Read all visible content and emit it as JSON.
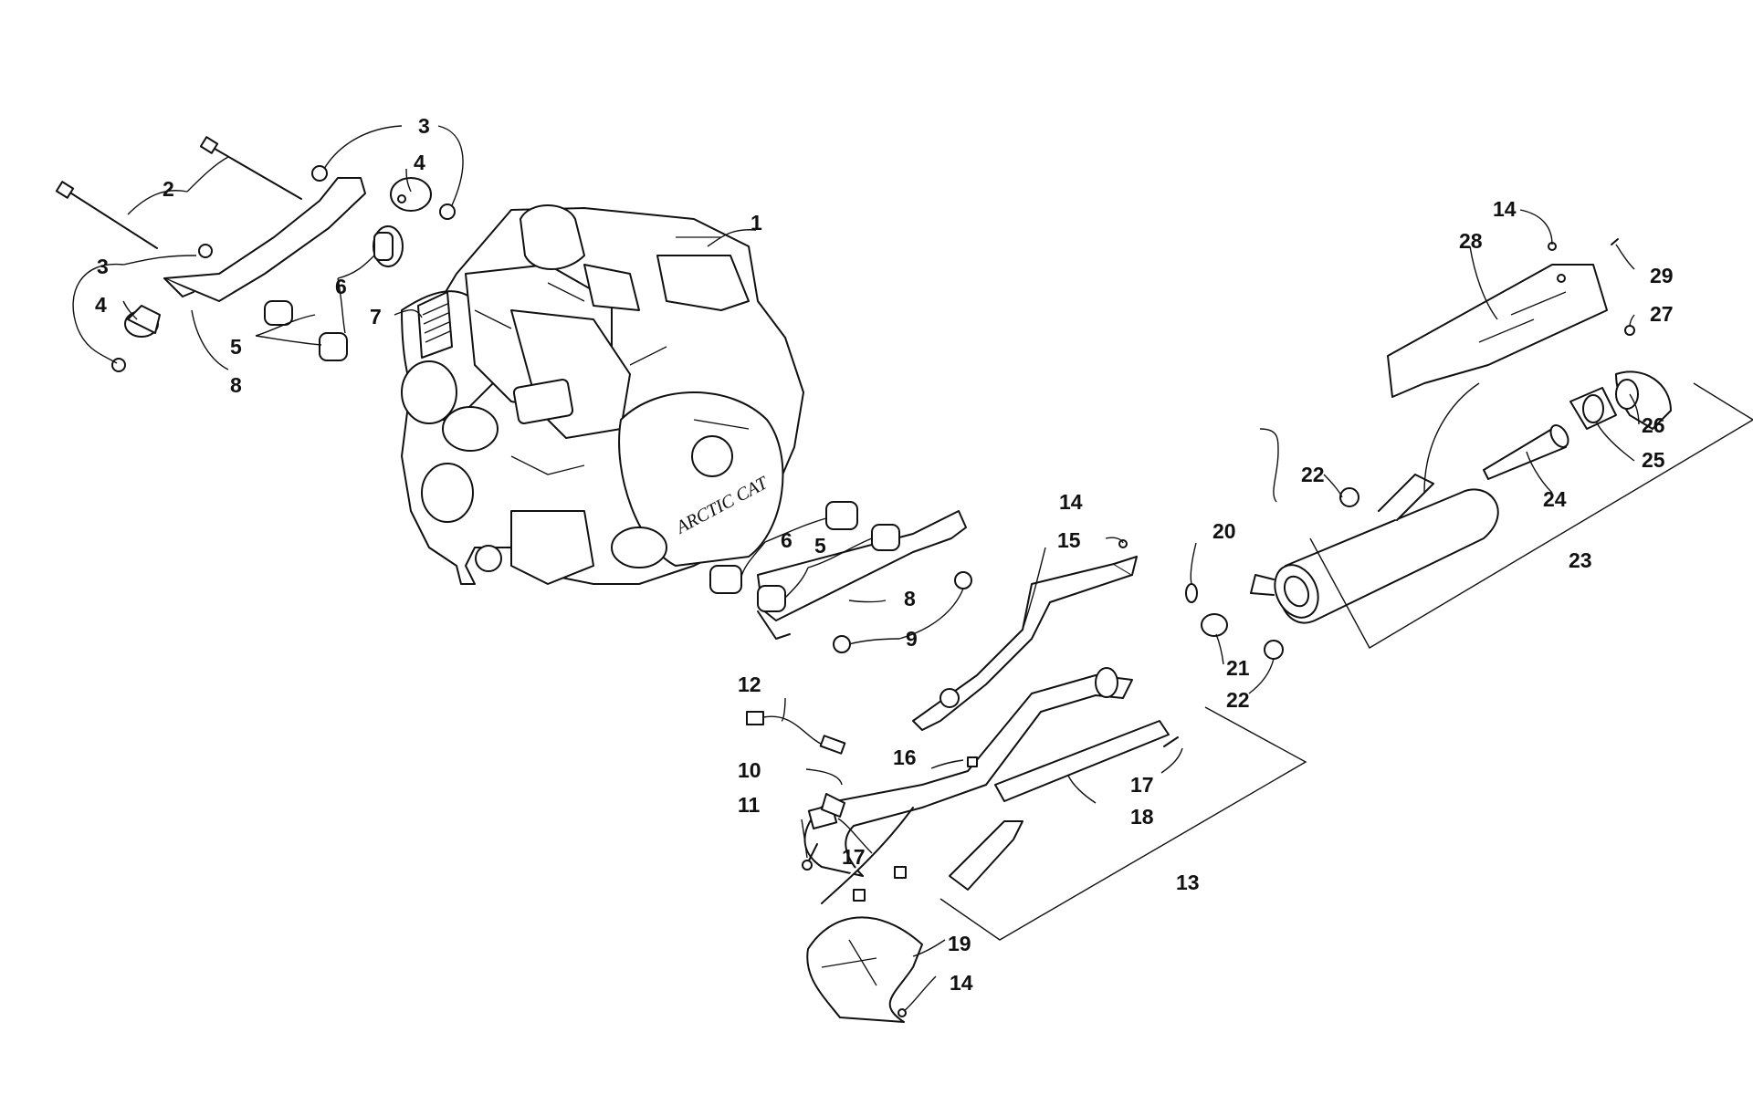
{
  "diagram": {
    "callouts": [
      {
        "id": "c1",
        "text": "1"
      },
      {
        "id": "c2",
        "text": "2"
      },
      {
        "id": "c3a",
        "text": "3"
      },
      {
        "id": "c3b",
        "text": "3"
      },
      {
        "id": "c4a",
        "text": "4"
      },
      {
        "id": "c4b",
        "text": "4"
      },
      {
        "id": "c5a",
        "text": "5"
      },
      {
        "id": "c5b",
        "text": "5"
      },
      {
        "id": "c6a",
        "text": "6"
      },
      {
        "id": "c6b",
        "text": "6"
      },
      {
        "id": "c7",
        "text": "7"
      },
      {
        "id": "c8a",
        "text": "8"
      },
      {
        "id": "c8b",
        "text": "8"
      },
      {
        "id": "c9",
        "text": "9"
      },
      {
        "id": "c10",
        "text": "10"
      },
      {
        "id": "c11",
        "text": "11"
      },
      {
        "id": "c12",
        "text": "12"
      },
      {
        "id": "c13",
        "text": "13"
      },
      {
        "id": "c14a",
        "text": "14"
      },
      {
        "id": "c14b",
        "text": "14"
      },
      {
        "id": "c14c",
        "text": "14"
      },
      {
        "id": "c15",
        "text": "15"
      },
      {
        "id": "c16",
        "text": "16"
      },
      {
        "id": "c17a",
        "text": "17"
      },
      {
        "id": "c17b",
        "text": "17"
      },
      {
        "id": "c18",
        "text": "18"
      },
      {
        "id": "c19",
        "text": "19"
      },
      {
        "id": "c20",
        "text": "20"
      },
      {
        "id": "c21",
        "text": "21"
      },
      {
        "id": "c22a",
        "text": "22"
      },
      {
        "id": "c22b",
        "text": "22"
      },
      {
        "id": "c23",
        "text": "23"
      },
      {
        "id": "c24",
        "text": "24"
      },
      {
        "id": "c25",
        "text": "25"
      },
      {
        "id": "c26",
        "text": "26"
      },
      {
        "id": "c27",
        "text": "27"
      },
      {
        "id": "c28",
        "text": "28"
      },
      {
        "id": "c29",
        "text": "29"
      }
    ],
    "engine_badge": "ARCTIC CAT"
  }
}
